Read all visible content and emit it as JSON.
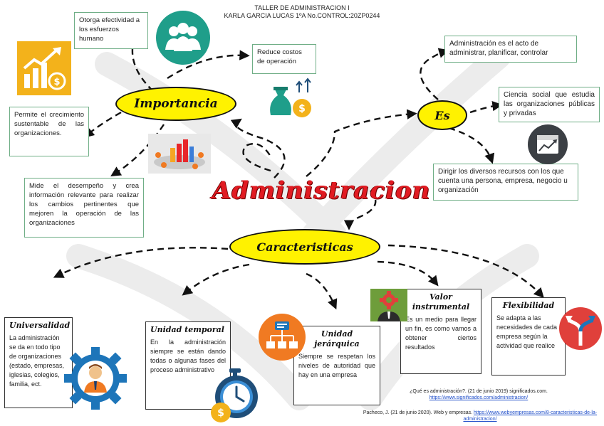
{
  "header": {
    "line1": "TALLER DE ADMINISTRACION I",
    "line2": "KARLA GARCIA LUCAS 1ºA No.CONTROL:20ZP0244"
  },
  "center_title": "Administracion",
  "nodes": {
    "importancia": "Importancia",
    "es": "Es",
    "caracteristicas": "Caracteristicas"
  },
  "importancia_items": {
    "efectividad": "Otorga efectividad a los esfuerzos humano",
    "costos": "Reduce costos de operación",
    "crecimiento": "Permite el crecimiento sustentable de las organizaciones.",
    "desempeno": "Mide el desempeño y crea información relevante para realizar los cambios pertinentes que mejoren la operación de las organizaciones"
  },
  "es_items": {
    "acto": "Administración es el acto de administrar, planificar, controlar",
    "ciencia": "Ciencia social que estudia las organizaciones públicas y privadas",
    "dirigir": "Dirigir los diversos recursos con los que cuenta una persona, empresa, negocio u organización"
  },
  "caracteristicas_items": [
    {
      "title": "Universalidad",
      "text": "La administración se da en todo tipo de organizaciones (estado, empresas, iglesias, colegios, familia, ect."
    },
    {
      "title": "Unidad temporal",
      "text": "En la administración siempre se están dando todas o algunas fases del proceso administrativo"
    },
    {
      "title": "Unidad jerárquica",
      "text": "Siempre se respetan los niveles de autoridad que hay en una empresa"
    },
    {
      "title": "Valor instrumental",
      "text": "Es un medio para llegar un fin, es como vamos a obtener ciertos resultados"
    },
    {
      "title": "Flexibilidad",
      "text": "Se adapta a las necesidades de cada empresa según la actividad que realice"
    }
  ],
  "references": {
    "ref1_text": "¿Qué es administración?. (21 de junio 2019) significados.com.",
    "ref1_link": "https://www.significados.com/administracion/",
    "ref2_text": "Pacheco, J. (21 de junio 2020). Web y empresas.",
    "ref2_link": "https://www.webyempresas.com/8-caracteristicas-de-la-administracion/"
  },
  "colors": {
    "node_fill": "#fff200",
    "title_red": "#e11b22",
    "box_border": "#6fae86",
    "teal": "#1f9e8a",
    "gold": "#f3b21b",
    "orange": "#f07a22",
    "dark_icon": "#3b3f44",
    "red_icon": "#e0403b",
    "link": "#1f4ec9"
  },
  "icons": [
    "people-group-icon",
    "growth-chart-icon",
    "money-bag-icon",
    "meeting-chart-icon",
    "calendar-chart-icon",
    "gear-person-icon",
    "hierarchy-icon",
    "stopwatch-coin-icon",
    "gear-manager-icon",
    "split-arrows-icon"
  ]
}
